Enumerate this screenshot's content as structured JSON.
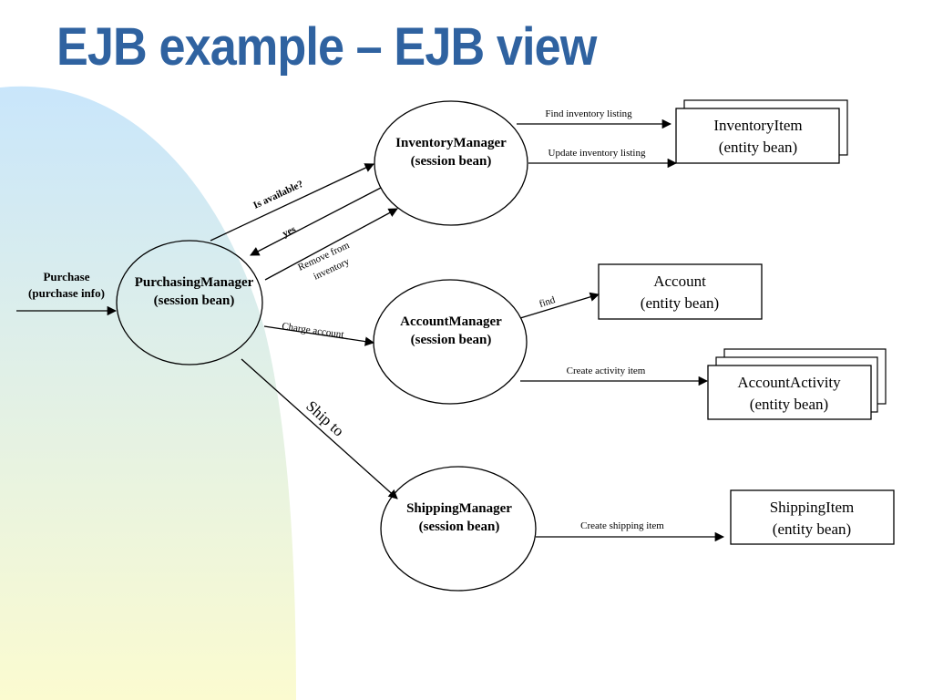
{
  "title": "EJB example – EJB view",
  "input": {
    "line1": "Purchase",
    "line2": "(purchase info)"
  },
  "session_beans": {
    "purchasing": {
      "name": "PurchasingManager",
      "kind": "(session bean)"
    },
    "inventory": {
      "name": "InventoryManager",
      "kind": "(session bean)"
    },
    "account": {
      "name": "AccountManager",
      "kind": "(session bean)"
    },
    "shipping": {
      "name": "ShippingManager",
      "kind": "(session bean)"
    }
  },
  "entity_beans": {
    "inventory_item": {
      "name": "InventoryItem",
      "kind": "(entity bean)"
    },
    "account": {
      "name": "Account",
      "kind": "(entity bean)"
    },
    "account_activity": {
      "name": "AccountActivity",
      "kind": "(entity bean)"
    },
    "shipping_item": {
      "name": "ShippingItem",
      "kind": "(entity bean)"
    }
  },
  "edges": {
    "is_available": "Is available?",
    "yes": "yes",
    "remove_line1": "Remove from",
    "remove_line2": "inventory",
    "charge_account": "Charge account",
    "ship_to": "Ship to",
    "find_inventory": "Find inventory listing",
    "update_inventory": "Update inventory listing",
    "find": "find",
    "create_activity": "Create activity item",
    "create_shipping": "Create shipping item"
  },
  "colors": {
    "title": "#2f62a0",
    "background_blob_top": "#c9e6fb",
    "background_blob_bottom": "#fbfbd0",
    "stroke": "#000000"
  }
}
